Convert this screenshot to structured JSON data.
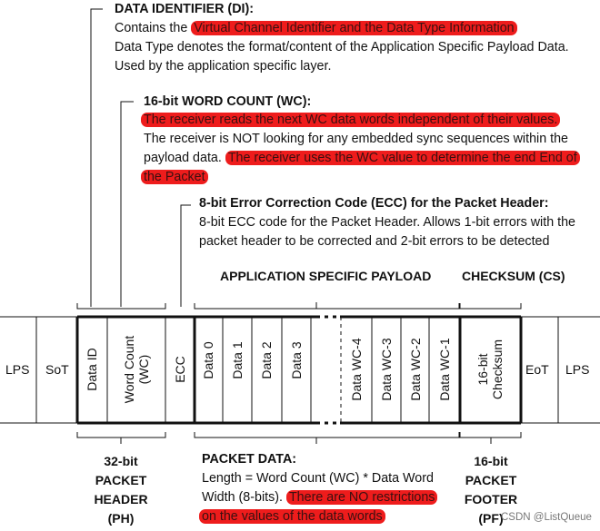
{
  "di": {
    "heading": "DATA IDENTIFIER (DI):",
    "line1_pre": "Contains the ",
    "line1_hl": "Virtual Channel Identifier and the Data Type Information",
    "line2": "Data Type denotes the format/content of the Application Specific Payload Data.",
    "line3": "Used by the application specific layer."
  },
  "wc": {
    "heading": "16-bit WORD COUNT (WC):",
    "line1_hl": "The receiver reads the next WC data words independent of their values.",
    "line2": "The receiver is NOT looking for any embedded sync sequences within the",
    "line3_pre": "payload data. ",
    "line3_hl": "The receiver uses the WC value to determine the end End of",
    "line4_hl": "the Packet"
  },
  "ecc": {
    "heading": "8-bit Error Correction Code (ECC) for the Packet Header:",
    "line1": "8-bit ECC code for the Packet Header. Allows 1-bit errors with the",
    "line2": "packet header to be corrected and 2-bit errors to be detected"
  },
  "sections": {
    "payload": "APPLICATION SPECIFIC PAYLOAD",
    "checksum": "CHECKSUM (CS)"
  },
  "fields": {
    "lps_left": "LPS",
    "sot": "SoT",
    "data_id": "Data ID",
    "word_count_1": "Word Count",
    "word_count_2": "(WC)",
    "ecc": "ECC",
    "data0": "Data 0",
    "data1": "Data 1",
    "data2": "Data 2",
    "data3": "Data 3",
    "data_wc4": "Data WC-4",
    "data_wc3": "Data WC-3",
    "data_wc2": "Data WC-2",
    "data_wc1": "Data WC-1",
    "checksum_1": "16-bit",
    "checksum_2": "Checksum",
    "eot": "EoT",
    "lps_right": "LPS"
  },
  "header_label": {
    "l1": "32-bit",
    "l2": "PACKET",
    "l3": "HEADER",
    "l4": "(PH)"
  },
  "packet_data": {
    "heading": "PACKET DATA:",
    "line1": "Length = Word Count (WC) * Data Word",
    "line2_pre": "Width (8-bits). ",
    "line2_hl": "There are NO restrictions",
    "line3_hl": "on the values of the data words"
  },
  "footer_label": {
    "l1": "16-bit",
    "l2": "PACKET",
    "l3": "FOOTER",
    "l4": "(PF)"
  },
  "watermark": "CSDN @ListQueue"
}
